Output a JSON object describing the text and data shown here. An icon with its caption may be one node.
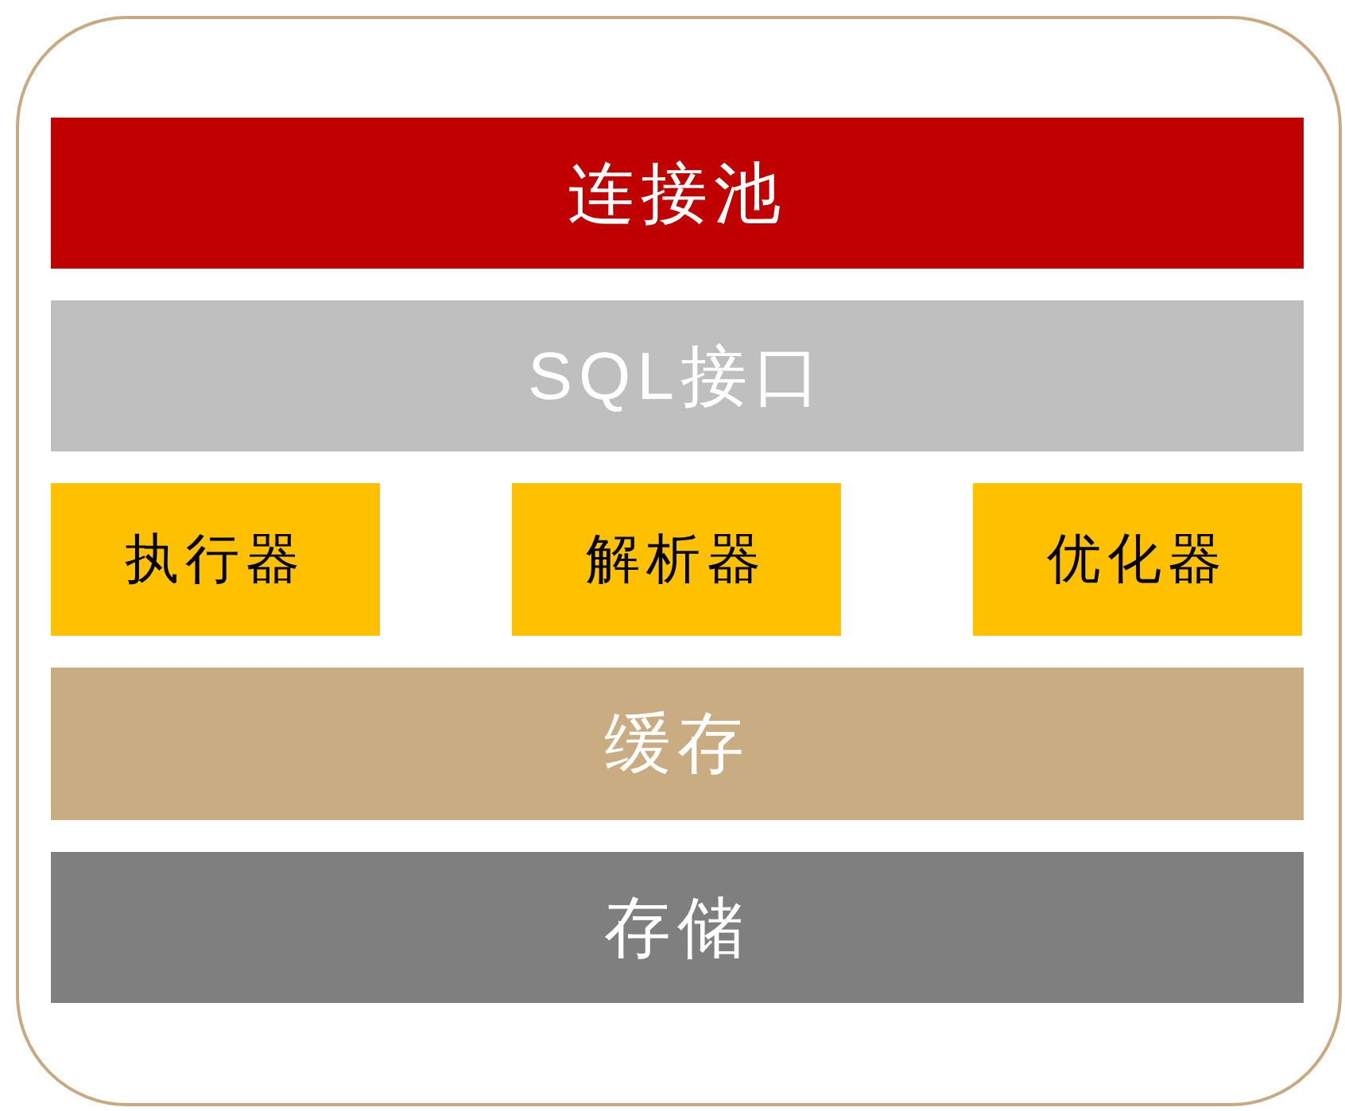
{
  "diagram": {
    "nodes": [
      {
        "text": [],
        "shape": "box"
      },
      {
        "text": [
          "连接池"
        ],
        "in": 0
      },
      {
        "text": [
          "SQL接口"
        ],
        "in": 0
      },
      {
        "text": [
          "执行器"
        ],
        "in": 0
      },
      {
        "text": [
          "解析器"
        ],
        "in": 0
      },
      {
        "text": [
          "优化器"
        ],
        "in": 0
      },
      {
        "text": [
          "缓存"
        ],
        "in": 0
      },
      {
        "text": [
          "存储"
        ],
        "in": 0
      }
    ]
  }
}
